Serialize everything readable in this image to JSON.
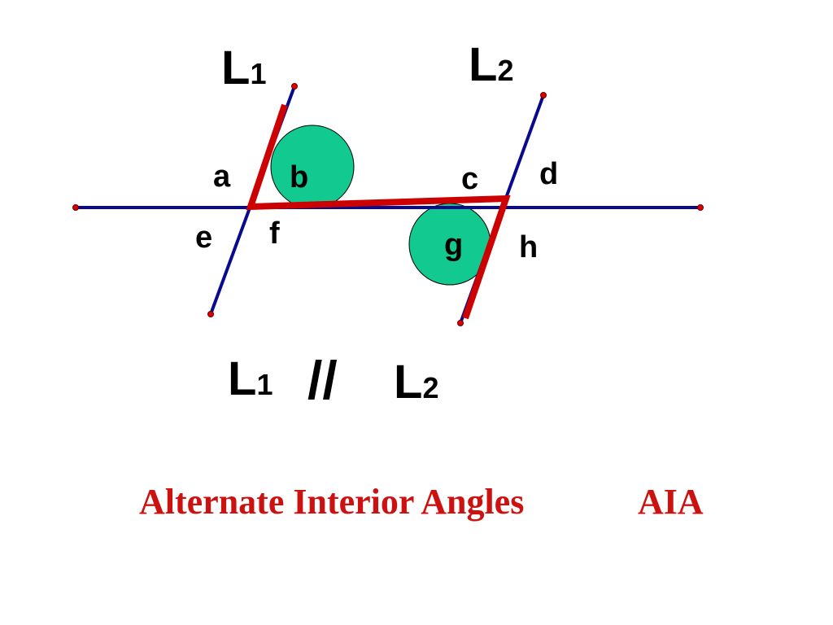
{
  "colors": {
    "line": "#0a0a8c",
    "highlight": "#cc0000",
    "angle_fill": "#12c990",
    "endpoint": "#dd0000",
    "caption": "#cc1111"
  },
  "lines": {
    "l1_label": "L",
    "l1_sub": "1",
    "l2_label": "L",
    "l2_sub": "2"
  },
  "angles": {
    "a": "a",
    "b": "b",
    "c": "c",
    "d": "d",
    "e": "e",
    "f": "f",
    "g": "g",
    "h": "h"
  },
  "parallel_statement": {
    "left": "L",
    "left_sub": "1",
    "symbol": "//",
    "right": "L",
    "right_sub": "2"
  },
  "caption": {
    "text": "Alternate Interior Angles",
    "abbrev": "AIA"
  }
}
